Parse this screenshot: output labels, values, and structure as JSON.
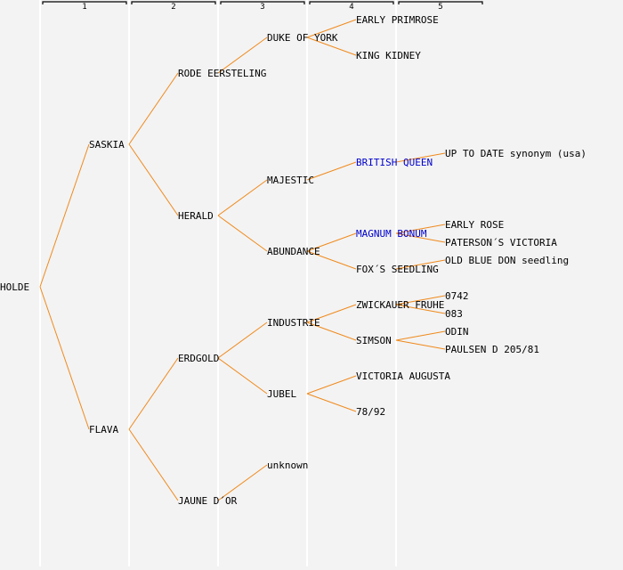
{
  "generations": {
    "headers": [
      "1",
      "2",
      "3",
      "4",
      "5"
    ]
  },
  "colors": {
    "edge": "#f08a1c",
    "highlight_text": "#0000cc",
    "text": "#000000",
    "background": "#f3f3f3"
  },
  "nodes": [
    {
      "id": "holde",
      "label": "HOLDE",
      "gen": 0,
      "row": 15,
      "parent": null
    },
    {
      "id": "saskia",
      "label": "SASKIA",
      "gen": 1,
      "row": 7,
      "parent": "holde"
    },
    {
      "id": "flava",
      "label": "FLAVA",
      "gen": 1,
      "row": 23,
      "parent": "holde"
    },
    {
      "id": "rode-eersteling",
      "label": "RODE EERSTELING",
      "gen": 2,
      "row": 3,
      "parent": "saskia"
    },
    {
      "id": "herald",
      "label": "HERALD",
      "gen": 2,
      "row": 11,
      "parent": "saskia"
    },
    {
      "id": "erdgold",
      "label": "ERDGOLD",
      "gen": 2,
      "row": 19,
      "parent": "flava"
    },
    {
      "id": "jaune-dor",
      "label": "JAUNE D´OR",
      "gen": 2,
      "row": 27,
      "parent": "flava"
    },
    {
      "id": "duke-of-york",
      "label": "DUKE OF YORK",
      "gen": 3,
      "row": 1,
      "parent": "rode-eersteling"
    },
    {
      "id": "majestic",
      "label": "MAJESTIC",
      "gen": 3,
      "row": 9,
      "parent": "herald"
    },
    {
      "id": "abundance",
      "label": "ABUNDANCE",
      "gen": 3,
      "row": 13,
      "parent": "herald"
    },
    {
      "id": "industrie",
      "label": "INDUSTRIE",
      "gen": 3,
      "row": 17,
      "parent": "erdgold"
    },
    {
      "id": "jubel",
      "label": "JUBEL",
      "gen": 3,
      "row": 21,
      "parent": "erdgold"
    },
    {
      "id": "unknown",
      "label": "unknown",
      "gen": 3,
      "row": 25,
      "parent": "jaune-dor"
    },
    {
      "id": "early-primrose",
      "label": "EARLY PRIMROSE",
      "gen": 4,
      "row": 0,
      "parent": "duke-of-york"
    },
    {
      "id": "king-kidney",
      "label": "KING KIDNEY",
      "gen": 4,
      "row": 2,
      "parent": "duke-of-york"
    },
    {
      "id": "british-queen",
      "label": "BRITISH QUEEN",
      "gen": 4,
      "row": 8,
      "parent": "majestic",
      "highlight": true
    },
    {
      "id": "magnum-bonum",
      "label": "MAGNUM BONUM",
      "gen": 4,
      "row": 12,
      "parent": "abundance",
      "highlight": true
    },
    {
      "id": "foxs-seedling",
      "label": "FOX´S SEEDLING",
      "gen": 4,
      "row": 14,
      "parent": "abundance"
    },
    {
      "id": "zwickauer-fruhe",
      "label": "ZWICKAUER FRUHE",
      "gen": 4,
      "row": 16,
      "parent": "industrie"
    },
    {
      "id": "simson",
      "label": "SIMSON",
      "gen": 4,
      "row": 18,
      "parent": "industrie"
    },
    {
      "id": "victoria-augusta",
      "label": "VICTORIA AUGUSTA",
      "gen": 4,
      "row": 20,
      "parent": "jubel"
    },
    {
      "id": "78-92",
      "label": "78/92",
      "gen": 4,
      "row": 22,
      "parent": "jubel"
    },
    {
      "id": "up-to-date",
      "label": "UP TO DATE synonym (usa)",
      "gen": 5,
      "row": 7.5,
      "parent": "british-queen"
    },
    {
      "id": "early-rose",
      "label": "EARLY ROSE",
      "gen": 5,
      "row": 11.5,
      "parent": "magnum-bonum"
    },
    {
      "id": "patersons-victoria",
      "label": "PATERSON´S VICTORIA",
      "gen": 5,
      "row": 12.5,
      "parent": "magnum-bonum"
    },
    {
      "id": "old-blue-don",
      "label": "OLD BLUE DON seedling",
      "gen": 5,
      "row": 13.5,
      "parent": "foxs-seedling"
    },
    {
      "id": "0742",
      "label": "0742",
      "gen": 5,
      "row": 15.5,
      "parent": "zwickauer-fruhe"
    },
    {
      "id": "083",
      "label": "083",
      "gen": 5,
      "row": 16.5,
      "parent": "zwickauer-fruhe"
    },
    {
      "id": "odin",
      "label": "ODIN",
      "gen": 5,
      "row": 17.5,
      "parent": "simson"
    },
    {
      "id": "paulsen",
      "label": "PAULSEN D 205/81",
      "gen": 5,
      "row": 18.5,
      "parent": "simson"
    }
  ]
}
